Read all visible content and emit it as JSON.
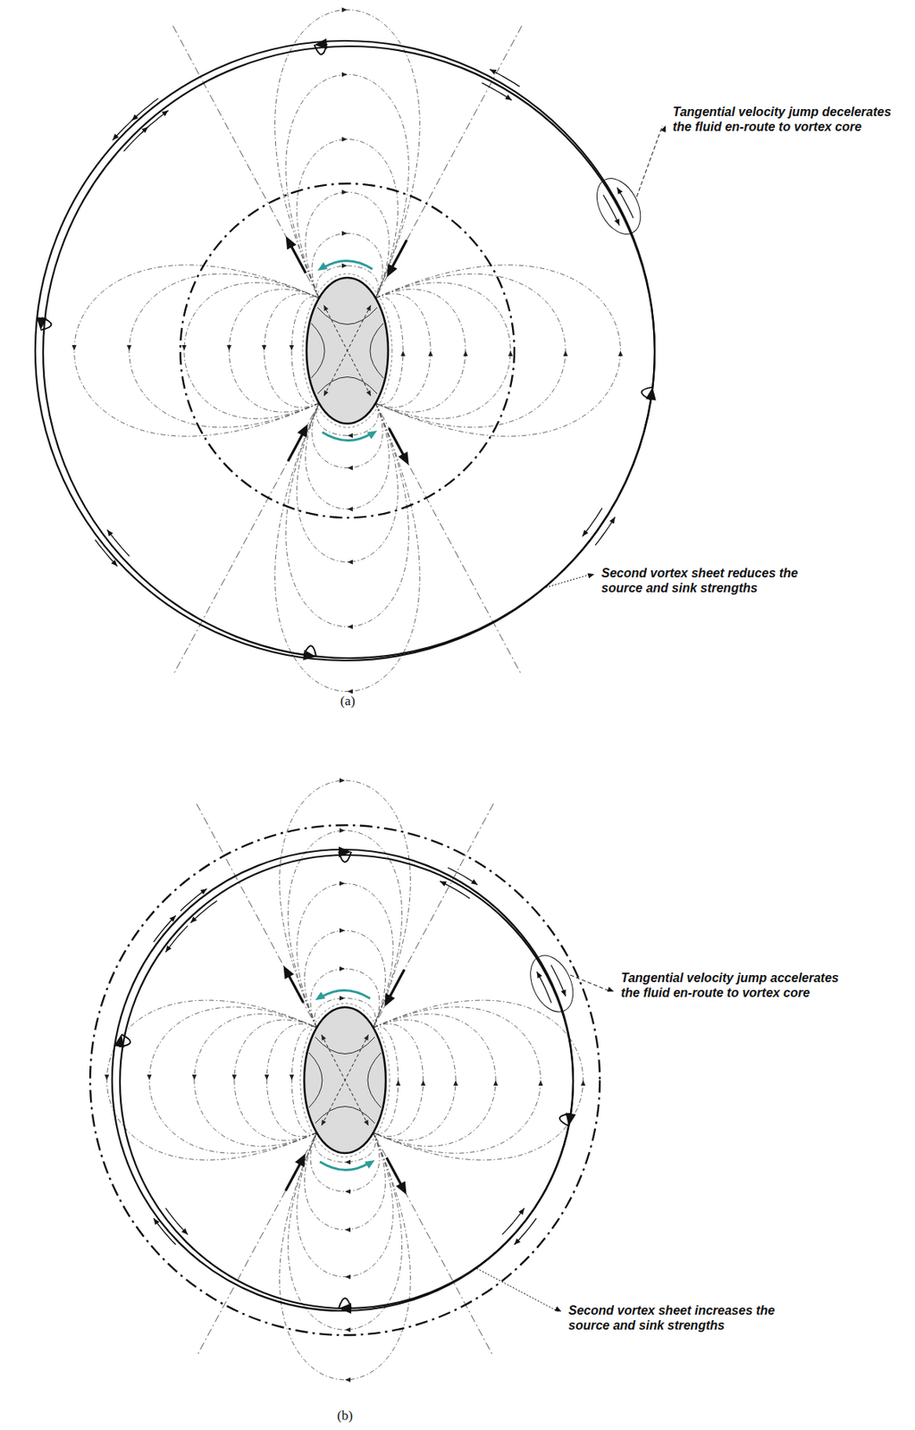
{
  "diagram": {
    "labels": [
      "Tangential velocity jump decelerates the fluid en-route to vortex core",
      "Second vortex sheet reduces the source and sink strengths",
      "(a)",
      "Tangential velocity jump accelerates the fluid en-route to vortex core",
      "Second vortex sheet increases the source and sink strengths",
      "(b)"
    ]
  }
}
